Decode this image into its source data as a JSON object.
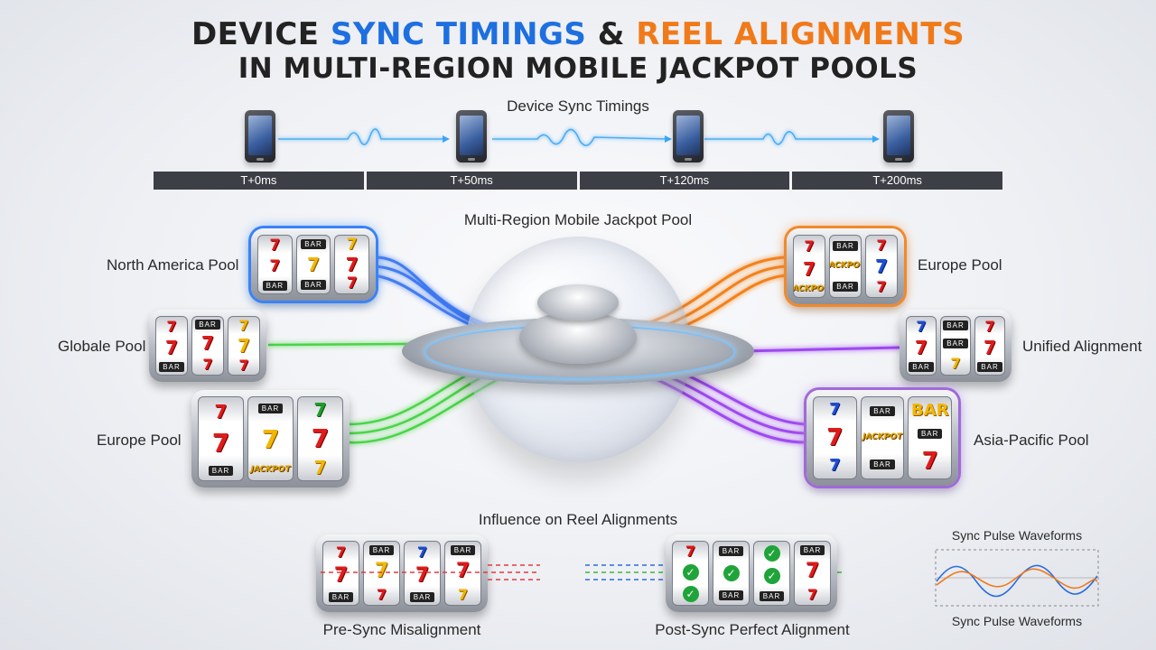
{
  "title": {
    "line1_a": "DEVICE ",
    "line1_b": "SYNC TIMINGS",
    "line1_c": " & ",
    "line1_d": "REEL ALIGNMENTS",
    "line2": "IN MULTI-REGION MOBILE JACKPOT POOLS",
    "colors": {
      "blue": "#1e6fe0",
      "orange": "#f07a1a"
    }
  },
  "sync": {
    "heading": "Device Sync Timings",
    "timestamps": [
      "T+0ms",
      "T+50ms",
      "T+120ms",
      "T+200ms"
    ]
  },
  "pool": {
    "heading": "Multi-Region Mobile Jackpot Pool",
    "left": [
      "North America Pool",
      "Globale Pool",
      "Europe Pool"
    ],
    "right": [
      "Europe Pool",
      "Unified Alignment",
      "Asia-Pacific Pool"
    ],
    "stream_colors": {
      "blue": "#2f6ff0",
      "green": "#3fd33a",
      "orange": "#f37b12",
      "purple": "#9b3ff0"
    }
  },
  "reels": {
    "na": [
      [
        "7",
        "7",
        "BAR"
      ],
      [
        "BAR",
        "7",
        "BAR"
      ],
      [
        "7",
        "7",
        "7"
      ]
    ],
    "global": [
      [
        "7",
        "7",
        "BAR"
      ],
      [
        "BAR",
        "7",
        "7"
      ],
      [
        "7",
        "7",
        "7"
      ]
    ],
    "eu_left": [
      [
        "7",
        "7",
        "BAR"
      ],
      [
        "BAR",
        "7",
        "JACKPOT"
      ],
      [
        "7",
        "7",
        "7"
      ]
    ],
    "eu_right": [
      [
        "7",
        "7",
        "JACKPOT"
      ],
      [
        "BAR",
        "JACKPOT",
        "BAR"
      ],
      [
        "7",
        "7",
        "7"
      ]
    ],
    "unified": [
      [
        "7",
        "7",
        "BAR"
      ],
      [
        "BAR",
        "BAR",
        "7"
      ],
      [
        "7",
        "7",
        "BAR"
      ]
    ],
    "apac": [
      [
        "7",
        "7",
        "7"
      ],
      [
        "BAR",
        "JACKPOT",
        "BAR"
      ],
      [
        "BAR",
        "BAR",
        "7"
      ]
    ]
  },
  "influence": {
    "heading": "Influence on Reel Alignments",
    "pre_label": "Pre-Sync Misalignment",
    "post_label": "Post-Sync Perfect Alignment"
  },
  "waveform": {
    "label_top": "Sync Pulse Waveforms",
    "label_bottom": "Sync Pulse Waveforms",
    "colors": [
      "#2a6de0",
      "#f07a1a"
    ]
  }
}
